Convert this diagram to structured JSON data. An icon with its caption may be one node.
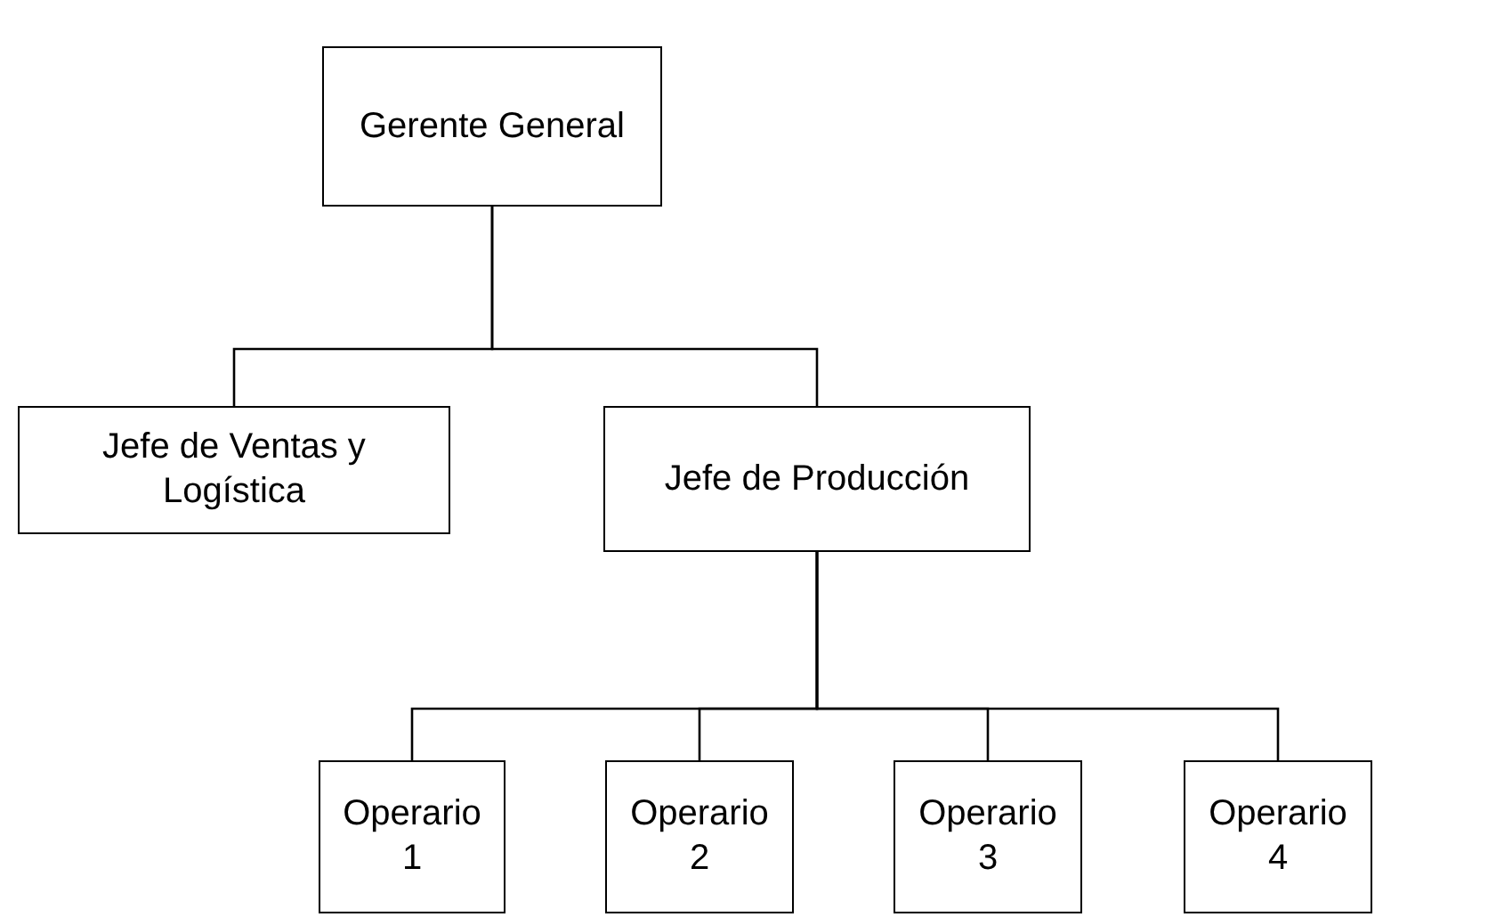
{
  "diagram": {
    "nodes": [
      {
        "text": [
          "Gerente General"
        ]
      },
      {
        "text": [
          "Jefe de Ventas y Logística"
        ]
      },
      {
        "text": [
          "Jefe de Producción"
        ]
      },
      {
        "text": [
          "Operario 1"
        ]
      },
      {
        "text": [
          "Operario 2"
        ]
      },
      {
        "text": [
          "Operario 3"
        ]
      },
      {
        "text": [
          "Operario 4"
        ]
      }
    ],
    "edges": [
      {
        "from": 0,
        "to": 1,
        "arrow": "none"
      },
      {
        "from": 0,
        "to": 2,
        "arrow": "none"
      },
      {
        "from": 2,
        "to": 3,
        "arrow": "none"
      },
      {
        "from": 2,
        "to": 4,
        "arrow": "none"
      },
      {
        "from": 2,
        "to": 5,
        "arrow": "none"
      },
      {
        "from": 2,
        "to": 6,
        "arrow": "none"
      }
    ]
  }
}
